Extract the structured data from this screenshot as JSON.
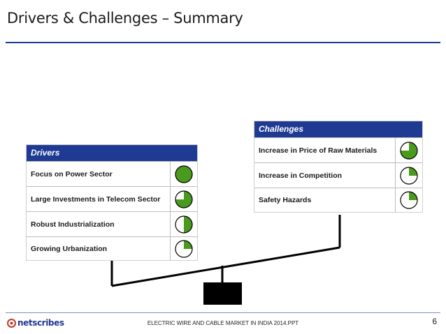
{
  "slide": {
    "title": "Drivers & Challenges – Summary",
    "footer": "ELECTRIC WIRE AND CABLE MARKET IN INDIA 2014.PPT",
    "page_number": "6",
    "logo_text": "netscribes"
  },
  "drivers": {
    "header": "Drivers",
    "items": [
      {
        "label": "Focus on Power Sector",
        "harvey_level": 1.0
      },
      {
        "label": "Large Investments in Telecom Sector",
        "harvey_level": 0.75
      },
      {
        "label": "Robust Industrialization",
        "harvey_level": 0.5
      },
      {
        "label": "Growing Urbanization",
        "harvey_level": 0.25
      }
    ]
  },
  "challenges": {
    "header": "Challenges",
    "items": [
      {
        "label": "Increase in Price of Raw Materials",
        "harvey_level": 0.75
      },
      {
        "label": "Increase in Competition",
        "harvey_level": 0.25
      },
      {
        "label": "Safety Hazards",
        "harvey_level": 0.25
      }
    ]
  },
  "colors": {
    "header_blue": "#1f3a93",
    "harvey_green": "#4a9a1e",
    "arrow_gray": "#c8c8c8"
  }
}
